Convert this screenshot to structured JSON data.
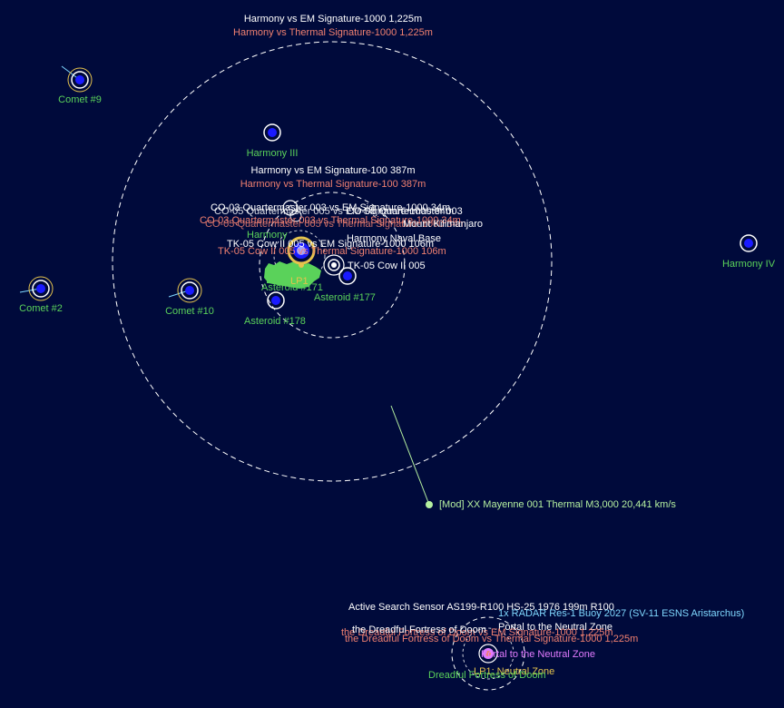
{
  "range_rings": {
    "em_1000": "Harmony vs EM Signature-1000   1,225m",
    "thermal_1000": "Harmony vs Thermal Signature-1000   1,225m",
    "em_100": "Harmony vs EM Signature-100   387m",
    "thermal_100": "Harmony vs Thermal Signature-100   387m"
  },
  "bodies": {
    "comet_9": "Comet #9",
    "comet_2": "Comet #2",
    "comet_10": "Comet #10",
    "harmony_iii": "Harmony III",
    "harmony_iv": "Harmony IV",
    "asteroid_178": "Asteroid #178",
    "asteroid_177": "Asteroid #177"
  },
  "cluster": {
    "quartermaster_em": "CO-03 Quartermaster 003 vs EM Signature-1000   34m",
    "quartermaster_em2": "CO-05 Quartermaster 005 vs EM Signature-1000   34m",
    "quartermaster_thermal": "CO-03 Quartermaster 003 vs Thermal Signature-1000   34m",
    "quartermaster_thermal2": "CO-05 Quartermaster 005 vs Thermal Signature-1000   34m",
    "quartermaster_label": "CO-05 Quartermaster 003",
    "mount_kilimanjaro": "Mount Kilimanjaro",
    "naval_base": "Harmony Naval Base",
    "tk_em": "TK-05 Cow II 005 vs EM Signature-1000   106m",
    "tk_thermal": "TK-05 Cow II 005 vs Thermal Signature-1000   106m",
    "harmony_label": "Harmony",
    "lp1": "LP1",
    "tk_ship": "TK-05 Cow II 005",
    "asteroid_cluster": "Asteroid #171"
  },
  "contact": {
    "label": "[Mod]  XX Mayenne 001   Thermal M3,000   20,441 km/s"
  },
  "bottom": {
    "active_sensor": "Active Search Sensor AS199-R100 HS-25 1976  199m  R100",
    "radar_buoy": "1x RADAR Res-1 Buoy 2027 (SV-11 ESNS Aristarchus)",
    "portal": "Portal to the Neutral Zone",
    "portal_overlap": "Portal to the Neutral Zone",
    "dreadful_em": "the Dreadful Fortress of Doom vs EM Signature-1000  1,225m",
    "dreadful_thermal": "the Dreadful Fortress of Doom vs Thermal Signature-1000  1,225m",
    "dreadful_white": "the Dreadful Fortress of Doom",
    "lp_neutral": "LP1: Neutral Zone",
    "dreadful_green": "Dreadful Fortress of Doom"
  },
  "colors": {
    "background": "#000a3b",
    "body_green": "#5ad25a",
    "hostile_salmon": "#f08070",
    "sensor_cyan": "#7fd8ff",
    "jump_violet": "#e17bff",
    "planet_blue": "#1a1aff",
    "orbit_yellow": "#e5c34d"
  }
}
